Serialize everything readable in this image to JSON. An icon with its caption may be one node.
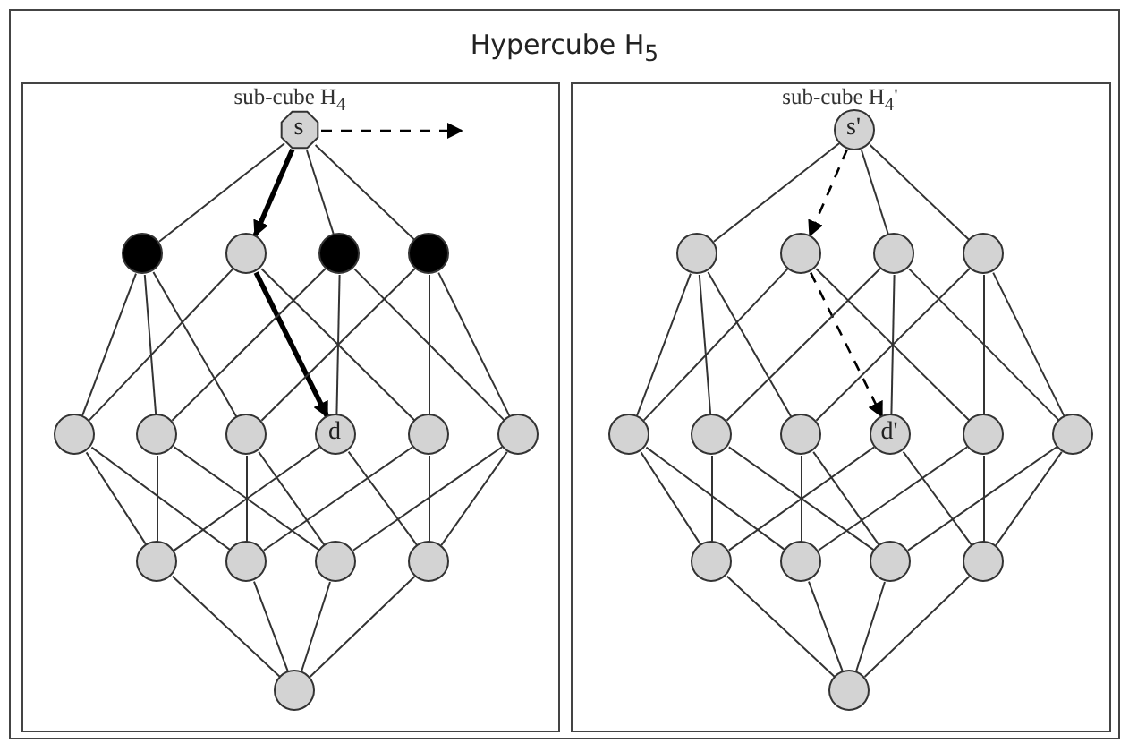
{
  "diagram": {
    "nodes": [
      {
        "text": [
          "Hypercube H$_{5}$"
        ]
      },
      {
        "text": [
          "sub-cube H$_{4}$"
        ],
        "in": 0
      },
      {
        "text": [
          "s"
        ],
        "in": 1
      },
      {
        "text": [],
        "shape": "dot",
        "in": 1
      },
      {
        "text": [],
        "shape": "circle",
        "in": 1
      },
      {
        "text": [],
        "shape": "dot",
        "in": 1
      },
      {
        "text": [],
        "shape": "dot",
        "in": 1
      },
      {
        "text": [],
        "shape": "circle",
        "in": 1
      },
      {
        "text": [],
        "shape": "circle",
        "in": 1
      },
      {
        "text": [],
        "shape": "circle",
        "in": 1
      },
      {
        "text": [
          "d"
        ],
        "in": 1
      },
      {
        "text": [],
        "shape": "circle",
        "in": 1
      },
      {
        "text": [],
        "shape": "circle",
        "in": 1
      },
      {
        "text": [],
        "shape": "circle",
        "in": 1
      },
      {
        "text": [],
        "shape": "circle",
        "in": 1
      },
      {
        "text": [],
        "shape": "circle",
        "in": 1
      },
      {
        "text": [],
        "shape": "circle",
        "in": 1
      },
      {
        "text": [],
        "shape": "circle",
        "in": 1
      },
      {
        "text": [
          "sub-cube H$_{4}$'"
        ],
        "in": 0
      },
      {
        "text": [
          "s'"
        ],
        "in": 18
      },
      {
        "text": [],
        "shape": "circle",
        "in": 18
      },
      {
        "text": [],
        "shape": "circle",
        "in": 18
      },
      {
        "text": [],
        "shape": "circle",
        "in": 18
      },
      {
        "text": [],
        "shape": "circle",
        "in": 18
      },
      {
        "text": [],
        "shape": "circle",
        "in": 18
      },
      {
        "text": [],
        "shape": "circle",
        "in": 18
      },
      {
        "text": [],
        "shape": "circle",
        "in": 18
      },
      {
        "text": [
          "d'"
        ],
        "in": 18
      },
      {
        "text": [],
        "shape": "circle",
        "in": 18
      },
      {
        "text": [],
        "shape": "circle",
        "in": 18
      },
      {
        "text": [],
        "shape": "circle",
        "in": 18
      },
      {
        "text": [],
        "shape": "circle",
        "in": 18
      },
      {
        "text": [],
        "shape": "circle",
        "in": 18
      },
      {
        "text": [],
        "shape": "circle",
        "in": 18
      },
      {
        "text": [],
        "shape": "circle",
        "in": 18
      }
    ],
    "edges": [
      {
        "from": 2,
        "to": null,
        "arrow": "to",
        "style": "dashed"
      },
      {
        "from": 2,
        "to": 3,
        "arrow": "none"
      },
      {
        "from": 2,
        "to": 4,
        "arrow": "to",
        "style": "thick"
      },
      {
        "from": 2,
        "to": 5,
        "arrow": "none"
      },
      {
        "from": 2,
        "to": 6,
        "arrow": "none"
      },
      {
        "from": 3,
        "to": 7,
        "arrow": "none"
      },
      {
        "from": 3,
        "to": 8,
        "arrow": "none"
      },
      {
        "from": 3,
        "to": 9,
        "arrow": "none"
      },
      {
        "from": 4,
        "to": 7,
        "arrow": "none"
      },
      {
        "from": 4,
        "to": 10,
        "arrow": "to",
        "style": "thick"
      },
      {
        "from": 4,
        "to": 11,
        "arrow": "none"
      },
      {
        "from": 5,
        "to": 8,
        "arrow": "none"
      },
      {
        "from": 5,
        "to": 10,
        "arrow": "none"
      },
      {
        "from": 5,
        "to": 12,
        "arrow": "none"
      },
      {
        "from": 6,
        "to": 9,
        "arrow": "none"
      },
      {
        "from": 6,
        "to": 11,
        "arrow": "none"
      },
      {
        "from": 6,
        "to": 12,
        "arrow": "none"
      },
      {
        "from": 7,
        "to": 13,
        "arrow": "none"
      },
      {
        "from": 7,
        "to": 14,
        "arrow": "none"
      },
      {
        "from": 8,
        "to": 13,
        "arrow": "none"
      },
      {
        "from": 8,
        "to": 15,
        "arrow": "none"
      },
      {
        "from": 9,
        "to": 14,
        "arrow": "none"
      },
      {
        "from": 9,
        "to": 15,
        "arrow": "none"
      },
      {
        "from": 10,
        "to": 13,
        "arrow": "none"
      },
      {
        "from": 10,
        "to": 16,
        "arrow": "none"
      },
      {
        "from": 11,
        "to": 14,
        "arrow": "none"
      },
      {
        "from": 11,
        "to": 16,
        "arrow": "none"
      },
      {
        "from": 12,
        "to": 15,
        "arrow": "none"
      },
      {
        "from": 12,
        "to": 16,
        "arrow": "none"
      },
      {
        "from": 13,
        "to": 17,
        "arrow": "none"
      },
      {
        "from": 14,
        "to": 17,
        "arrow": "none"
      },
      {
        "from": 15,
        "to": 17,
        "arrow": "none"
      },
      {
        "from": 16,
        "to": 17,
        "arrow": "none"
      },
      {
        "from": 19,
        "to": 20,
        "arrow": "none"
      },
      {
        "from": 19,
        "to": 21,
        "arrow": "to",
        "style": "dashed"
      },
      {
        "from": 19,
        "to": 22,
        "arrow": "none"
      },
      {
        "from": 19,
        "to": 23,
        "arrow": "none"
      },
      {
        "from": 20,
        "to": 24,
        "arrow": "none"
      },
      {
        "from": 20,
        "to": 25,
        "arrow": "none"
      },
      {
        "from": 20,
        "to": 26,
        "arrow": "none"
      },
      {
        "from": 21,
        "to": 24,
        "arrow": "none"
      },
      {
        "from": 21,
        "to": 27,
        "arrow": "to",
        "style": "dashed"
      },
      {
        "from": 21,
        "to": 28,
        "arrow": "none"
      },
      {
        "from": 22,
        "to": 25,
        "arrow": "none"
      },
      {
        "from": 22,
        "to": 27,
        "arrow": "none"
      },
      {
        "from": 22,
        "to": 29,
        "arrow": "none"
      },
      {
        "from": 23,
        "to": 26,
        "arrow": "none"
      },
      {
        "from": 23,
        "to": 28,
        "arrow": "none"
      },
      {
        "from": 23,
        "to": 29,
        "arrow": "none"
      },
      {
        "from": 24,
        "to": 30,
        "arrow": "none"
      },
      {
        "from": 24,
        "to": 31,
        "arrow": "none"
      },
      {
        "from": 25,
        "to": 30,
        "arrow": "none"
      },
      {
        "from": 25,
        "to": 32,
        "arrow": "none"
      },
      {
        "from": 26,
        "to": 31,
        "arrow": "none"
      },
      {
        "from": 26,
        "to": 32,
        "arrow": "none"
      },
      {
        "from": 27,
        "to": 30,
        "arrow": "none"
      },
      {
        "from": 27,
        "to": 33,
        "arrow": "none"
      },
      {
        "from": 28,
        "to": 31,
        "arrow": "none"
      },
      {
        "from": 28,
        "to": 33,
        "arrow": "none"
      },
      {
        "from": 29,
        "to": 32,
        "arrow": "none"
      },
      {
        "from": 29,
        "to": 33,
        "arrow": "none"
      },
      {
        "from": 30,
        "to": 34,
        "arrow": "none"
      },
      {
        "from": 31,
        "to": 34,
        "arrow": "none"
      },
      {
        "from": 32,
        "to": 34,
        "arrow": "none"
      },
      {
        "from": 33,
        "to": 34,
        "arrow": "none"
      }
    ]
  }
}
